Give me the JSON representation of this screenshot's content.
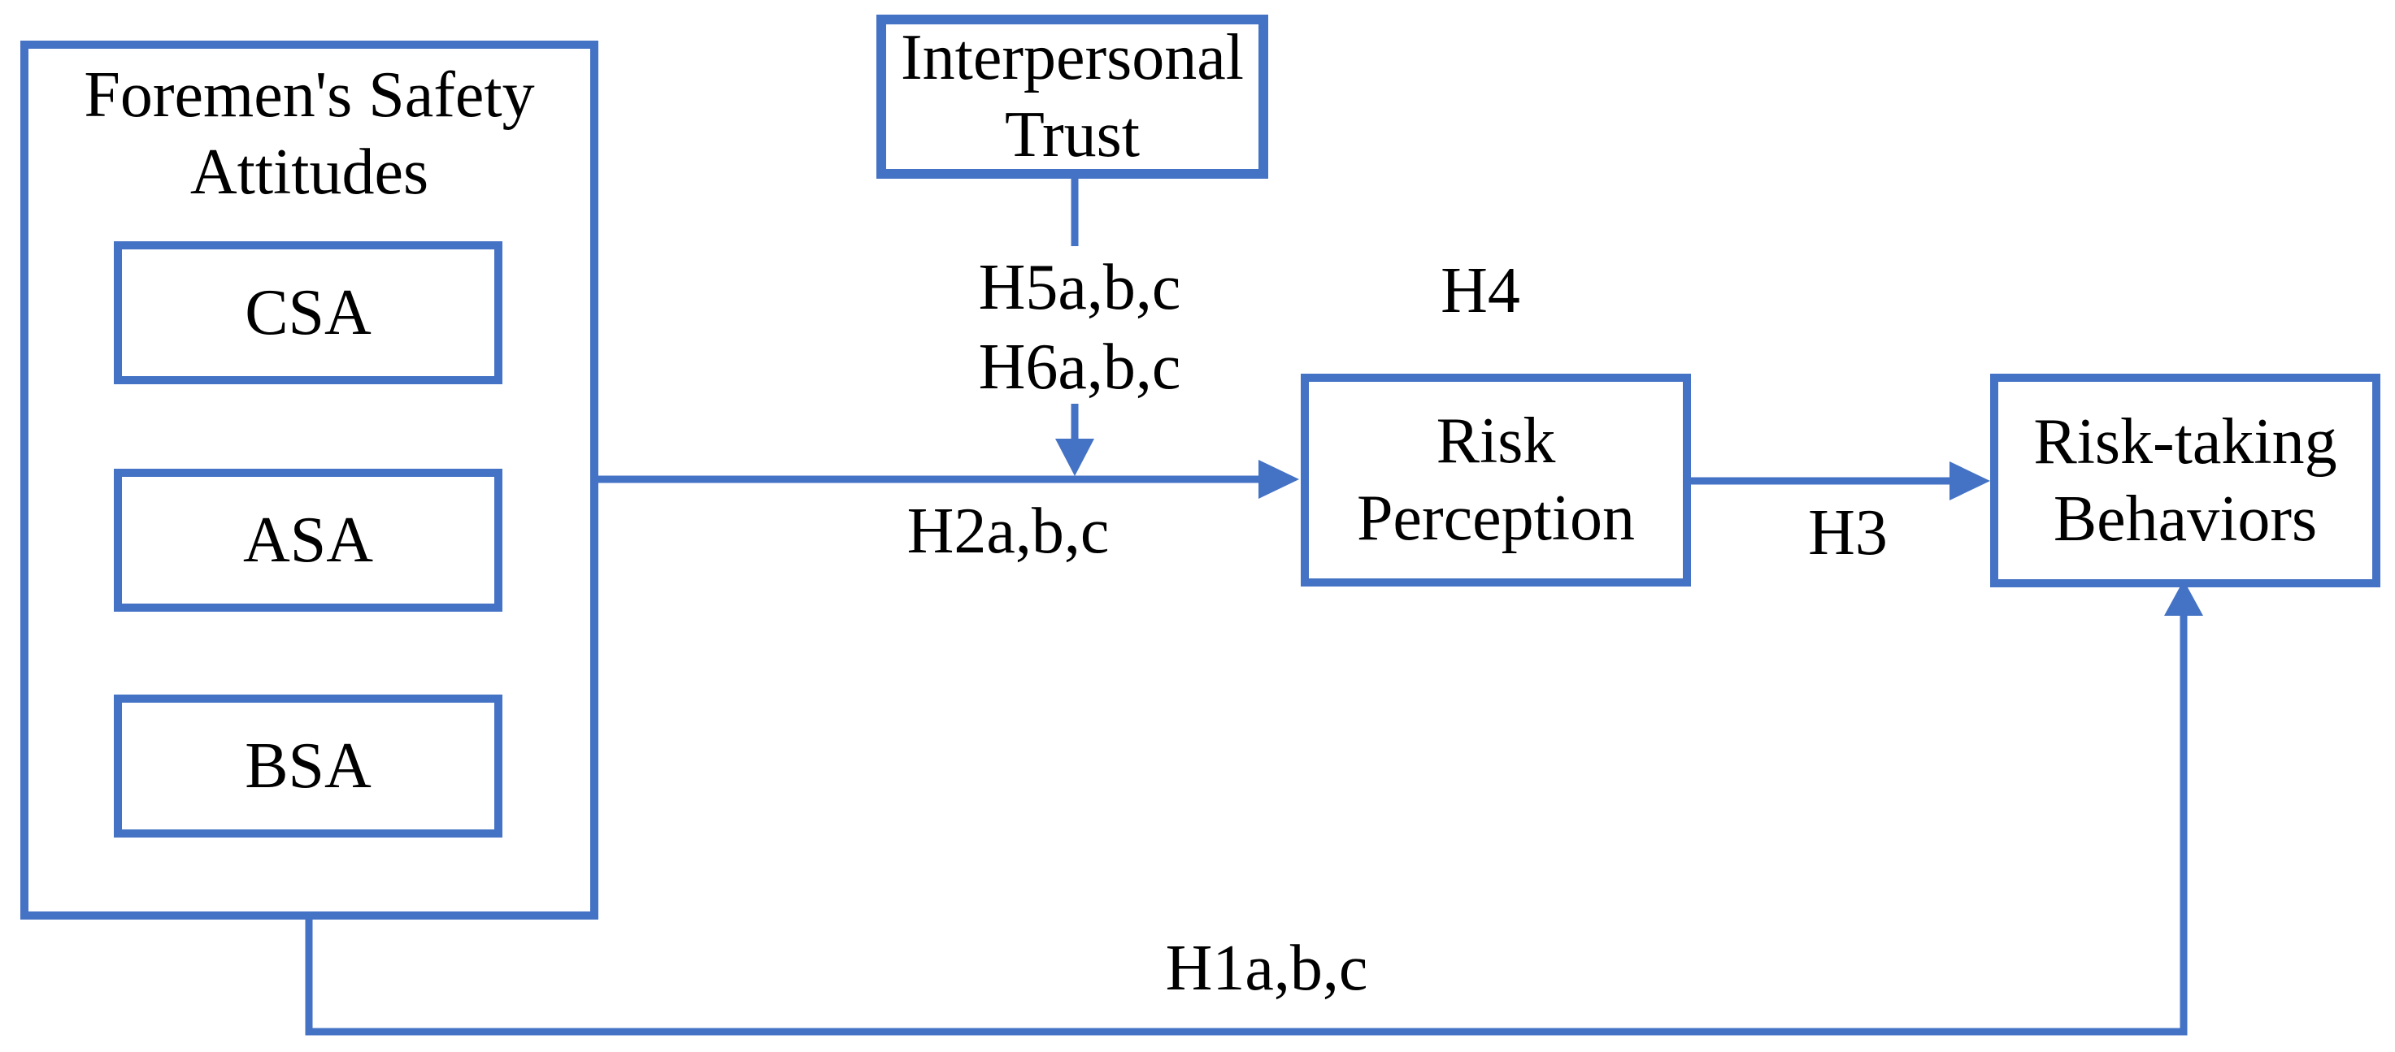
{
  "diagram": {
    "colors": {
      "accent": "#4472C4",
      "text": "#000000",
      "background": "#FFFFFF"
    },
    "nodes": {
      "foremen": {
        "label": "Foremen's Safety Attitudes"
      },
      "csa": {
        "label": "CSA"
      },
      "asa": {
        "label": "ASA"
      },
      "bsa": {
        "label": "BSA"
      },
      "trust": {
        "label": "Interpersonal Trust"
      },
      "risk_perception": {
        "label": "Risk Perception"
      },
      "risk_taking": {
        "label": "Risk-taking Behaviors"
      }
    },
    "edge_labels": {
      "h5": "H5a,b,c",
      "h6": "H6a,b,c",
      "h4": "H4",
      "h2": "H2a,b,c",
      "h3": "H3",
      "h1": "H1a,b,c"
    }
  }
}
